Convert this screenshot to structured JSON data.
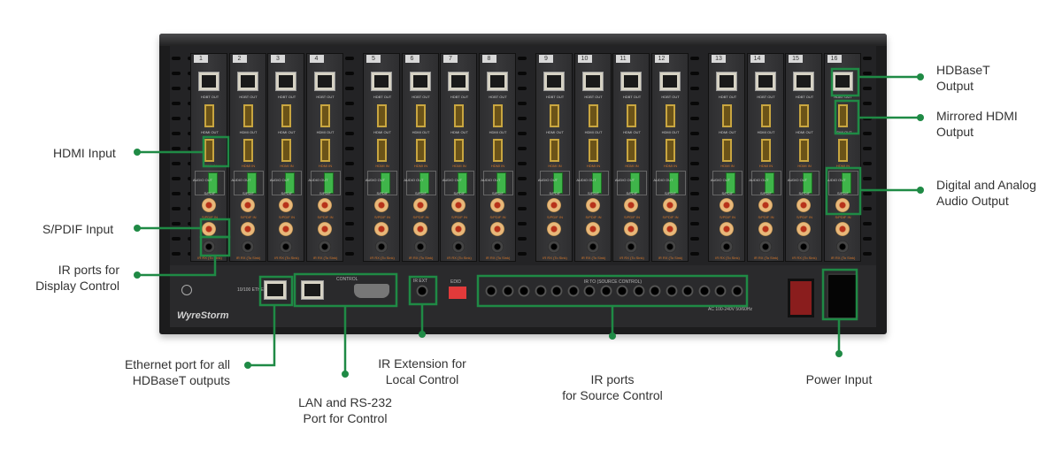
{
  "accent_color": "#1f8a45",
  "slots": [
    "1",
    "2",
    "3",
    "4",
    "5",
    "6",
    "7",
    "8",
    "9",
    "10",
    "11",
    "12",
    "13",
    "14",
    "15",
    "16"
  ],
  "slot_labels": {
    "hdbt_out": "HDBT OUT",
    "hdmi_out": "HDMI OUT",
    "hdmi_in": "HDMI IN",
    "audio_out": "AUDIO OUT",
    "spdif": "S/PDIF",
    "spdif_in": "S/PDIF IN",
    "ir_rx": "IR RX (To Sink)"
  },
  "panel": {
    "brand": "WyreStorm",
    "ethernet": "10/100 ETHERNET",
    "control": "CONTROL",
    "ir_ext": "IR EXT",
    "edid": "EDID",
    "ir_source": "IR TO (SOURCE CONTROL)",
    "power_rating": "AC 100-240V 50/60Hz"
  },
  "callouts": {
    "hdbaset_output": [
      "HDBaseT",
      "Output"
    ],
    "mirrored_hdmi": [
      "Mirrored HDMI",
      "Output"
    ],
    "audio_output": [
      "Digital and Analog",
      "Audio Output"
    ],
    "hdmi_input": [
      "HDMI Input"
    ],
    "spdif_input": [
      "S/PDIF Input"
    ],
    "ir_display": [
      "IR ports for",
      "Display Control"
    ],
    "ethernet": [
      "Ethernet port for all",
      "HDBaseT outputs"
    ],
    "lan_rs232": [
      "LAN and RS-232",
      "Port for Control"
    ],
    "ir_extension": [
      "IR Extension for",
      "Local Control"
    ],
    "ir_source": [
      "IR ports",
      "for Source Control"
    ],
    "power": [
      "Power Input"
    ]
  }
}
